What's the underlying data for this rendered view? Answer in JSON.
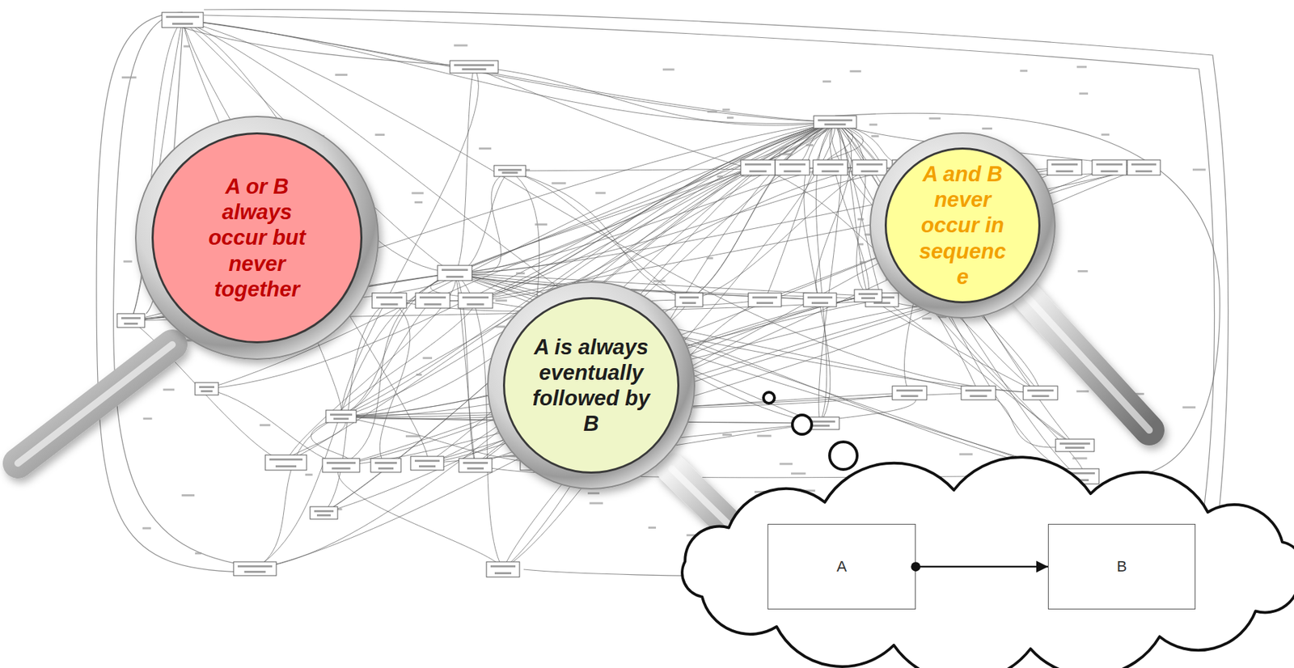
{
  "diagram": {
    "nodes": [
      {
        "text": [
          "A or B always occur but never together"
        ]
      },
      {
        "text": [
          "A is always eventually followed by B"
        ]
      },
      {
        "text": [
          "A and B never occur in sequence"
        ]
      },
      {
        "text": [
          "A"
        ]
      },
      {
        "text": [
          "B"
        ]
      }
    ],
    "edges": [
      {
        "from": 3,
        "to": 4,
        "arrow": "to"
      }
    ]
  }
}
